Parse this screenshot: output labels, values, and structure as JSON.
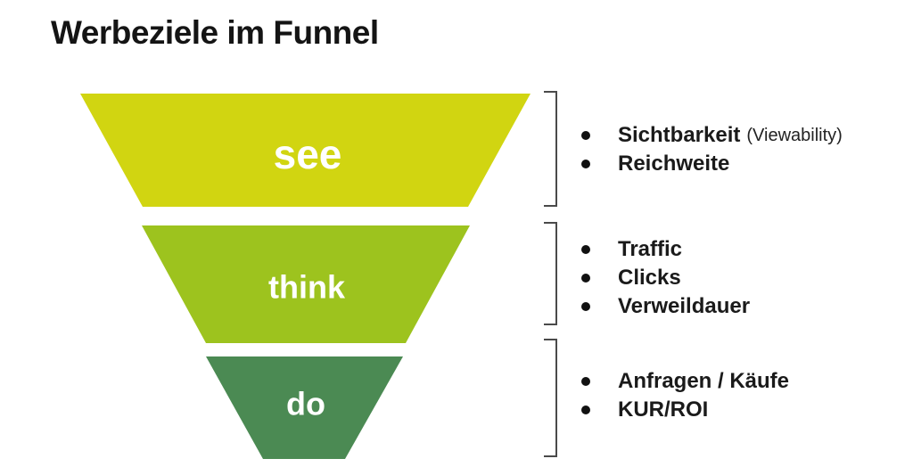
{
  "title": "Werbeziele im Funnel",
  "funnel": {
    "segments": [
      {
        "label": "see",
        "color": "#d1d511"
      },
      {
        "label": "think",
        "color": "#9dc31e"
      },
      {
        "label": "do",
        "color": "#4b8a53"
      }
    ]
  },
  "groups": [
    {
      "items": [
        {
          "text": "Sichtbarkeit",
          "suffix": "(Viewability)"
        },
        {
          "text": "Reichweite"
        }
      ]
    },
    {
      "items": [
        {
          "text": "Traffic"
        },
        {
          "text": "Clicks"
        },
        {
          "text": "Verweildauer"
        }
      ]
    },
    {
      "items": [
        {
          "text": "Anfragen / Käufe"
        },
        {
          "text": "KUR/ROI"
        }
      ]
    }
  ],
  "colors": {
    "background": "#ffffff",
    "title_text": "#141414",
    "list_text": "#1a1a1a",
    "segment_label_text": "#ffffff",
    "bracket_line": "#4a4a4a"
  }
}
